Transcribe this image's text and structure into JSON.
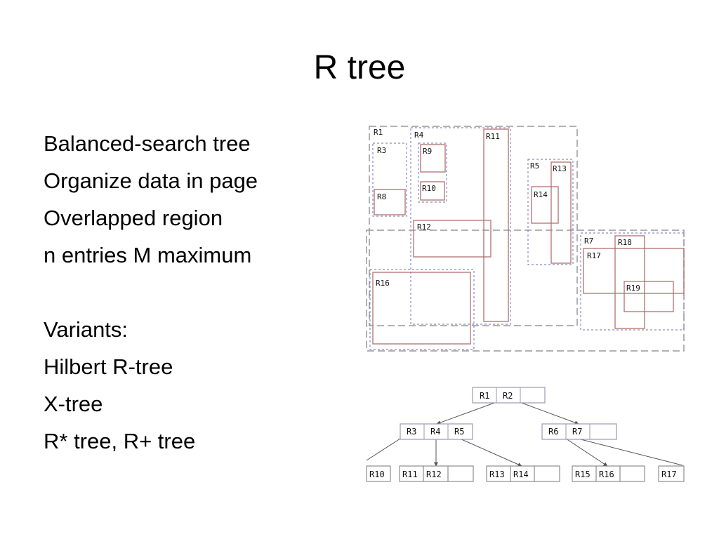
{
  "slide": {
    "title": "R tree",
    "bullets": [
      "Balanced-search tree",
      "Organize data in page",
      "Overlapped region",
      "n entries M maximum",
      "",
      "Variants:",
      "Hilbert R-tree",
      "X-tree",
      "R* tree, R+ tree"
    ]
  },
  "diagram": {
    "regions": [
      "R1",
      "R3",
      "R4",
      "R5",
      "R7",
      "R8",
      "R9",
      "R10",
      "R11",
      "R12",
      "R13",
      "R14",
      "R16",
      "R17",
      "R18",
      "R19"
    ],
    "tree": {
      "root": [
        "R1",
        "R2",
        ""
      ],
      "level1": [
        [
          "R3",
          "R4",
          "R5"
        ],
        [
          "R6",
          "R7",
          ""
        ]
      ],
      "leaves": [
        [
          "R10"
        ],
        [
          "R11",
          "R12",
          ""
        ],
        [
          "R13",
          "R14",
          ""
        ],
        [
          "R15",
          "R16",
          ""
        ],
        [
          "R17"
        ]
      ]
    },
    "colors": {
      "dashed": "#999999",
      "blue_dash": "#8a8ac8",
      "red": "#b07070",
      "node": "#9a9ab8"
    }
  }
}
